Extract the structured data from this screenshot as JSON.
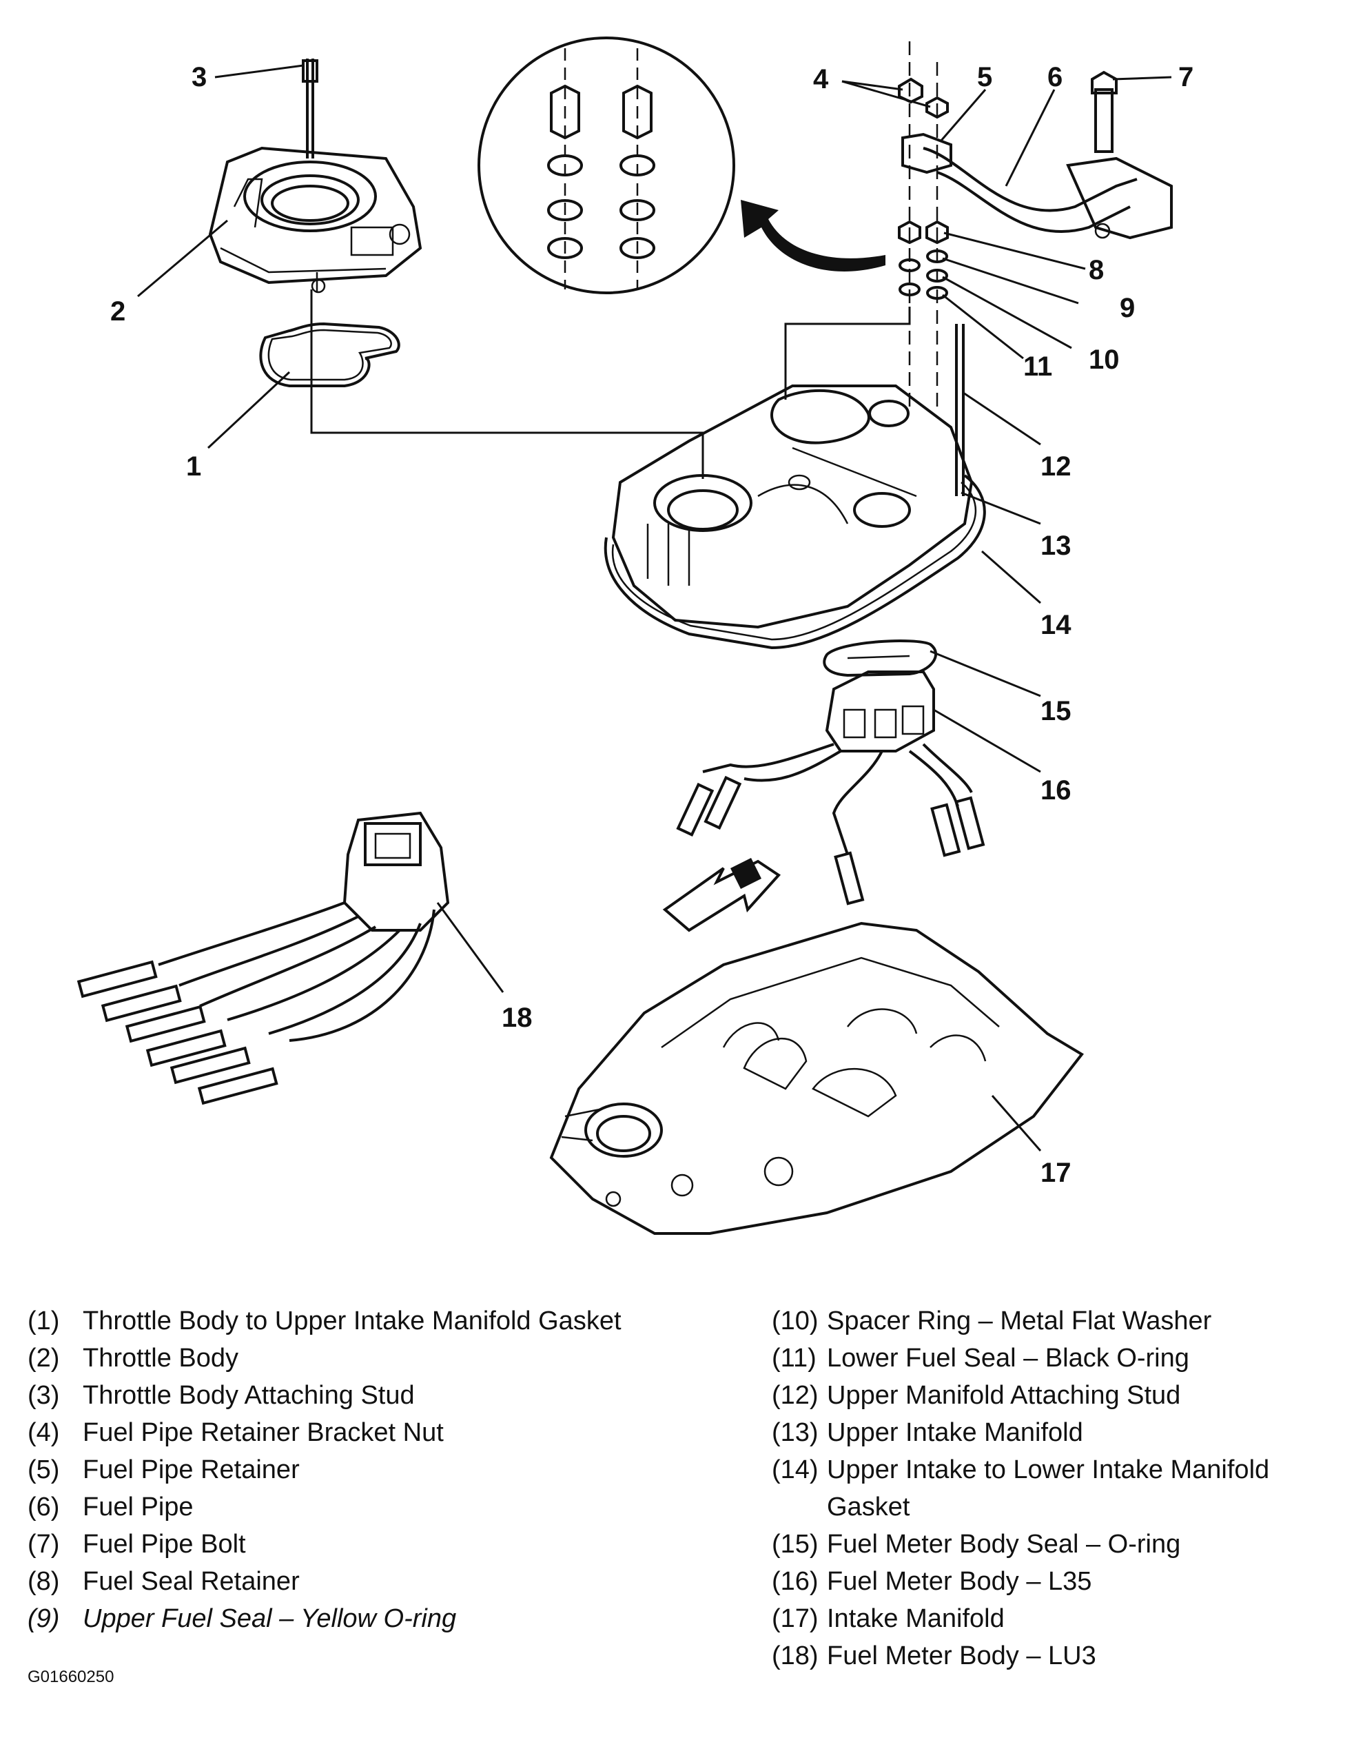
{
  "callouts": [
    "1",
    "2",
    "3",
    "4",
    "5",
    "6",
    "7",
    "8",
    "9",
    "10",
    "11",
    "12",
    "13",
    "14",
    "15",
    "16",
    "17",
    "18"
  ],
  "legend_left": [
    {
      "num": "(1)",
      "text": "Throttle Body to Upper Intake Manifold Gasket"
    },
    {
      "num": "(2)",
      "text": "Throttle Body"
    },
    {
      "num": "(3)",
      "text": "Throttle Body Attaching Stud"
    },
    {
      "num": "(4)",
      "text": "Fuel Pipe Retainer Bracket Nut"
    },
    {
      "num": "(5)",
      "text": "Fuel Pipe Retainer"
    },
    {
      "num": "(6)",
      "text": "Fuel Pipe"
    },
    {
      "num": "(7)",
      "text": "Fuel Pipe Bolt"
    },
    {
      "num": "(8)",
      "text": "Fuel Seal Retainer"
    },
    {
      "num": "(9)",
      "text": "Upper Fuel Seal – Yellow O-ring"
    }
  ],
  "legend_right": [
    {
      "num": "(10)",
      "text": "Spacer Ring – Metal Flat Washer"
    },
    {
      "num": "(11)",
      "text": "Lower Fuel Seal – Black O-ring"
    },
    {
      "num": "(12)",
      "text": "Upper Manifold Attaching Stud"
    },
    {
      "num": "(13)",
      "text": "Upper Intake Manifold"
    },
    {
      "num": "(14)",
      "text": "Upper Intake to Lower Intake Manifold Gasket"
    },
    {
      "num": "(15)",
      "text": "Fuel Meter Body Seal – O-ring"
    },
    {
      "num": "(16)",
      "text": "Fuel Meter Body – L35"
    },
    {
      "num": "(17)",
      "text": "Intake Manifold"
    },
    {
      "num": "(18)",
      "text": "Fuel Meter Body – LU3"
    }
  ],
  "figure_id": "G01660250"
}
